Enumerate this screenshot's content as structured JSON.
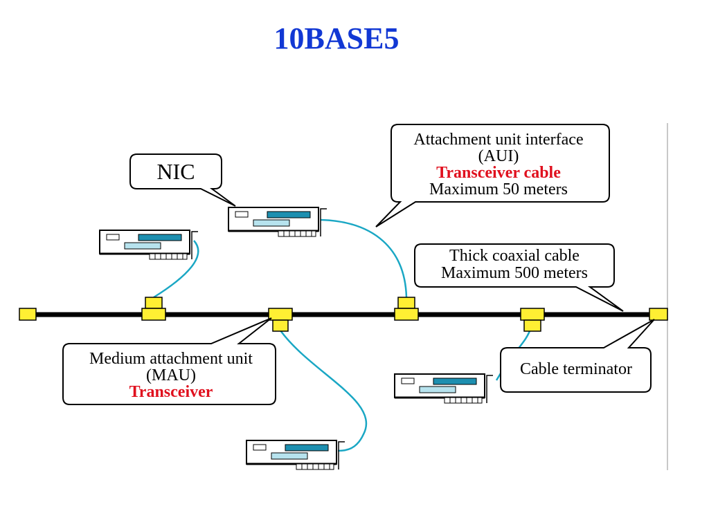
{
  "title": "10BASE5",
  "colors": {
    "title": "#1238d4",
    "highlight": "#e0101e",
    "connector": "#ffef33",
    "cable": "#1aa7c4",
    "card_dark": "#1d8fb0",
    "card_light": "#b7e3ee",
    "backbone": "#000000"
  },
  "callouts": {
    "nic": {
      "lines": [
        "NIC"
      ]
    },
    "aui": {
      "lines": [
        "Attachment unit interface",
        "(AUI)"
      ],
      "highlight": "Transceiver cable",
      "note": "Maximum 50 meters"
    },
    "coax": {
      "lines": [
        "Thick coaxial cable",
        "Maximum 500 meters"
      ]
    },
    "mau": {
      "lines": [
        "Medium attachment unit",
        "(MAU)"
      ],
      "highlight": "Transceiver"
    },
    "terminator": {
      "lines": [
        "Cable terminator"
      ]
    }
  }
}
